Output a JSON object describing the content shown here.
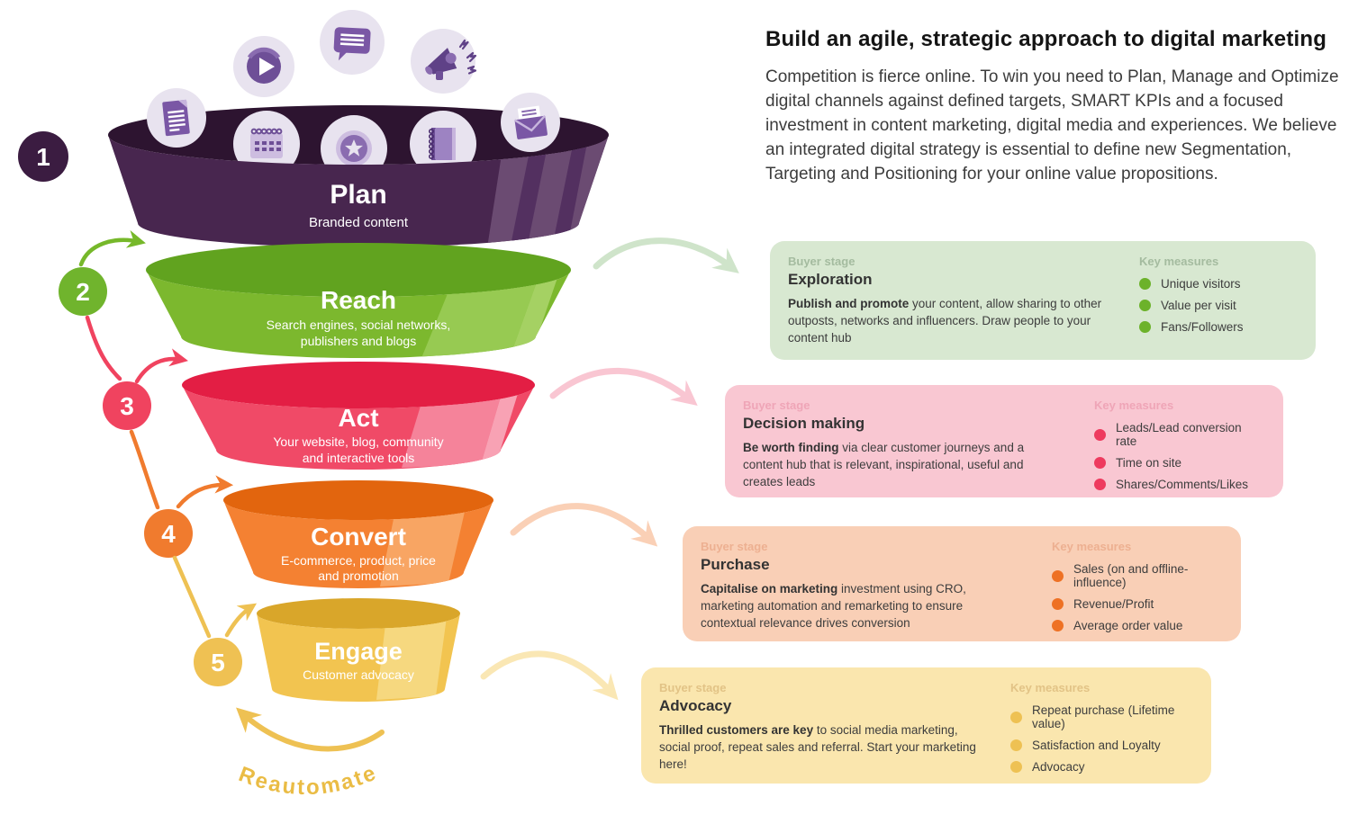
{
  "header": {
    "title": "Build an agile, strategic approach to digital marketing",
    "paragraph": "Competition is fierce online. To win you need to Plan, Manage and Optimize digital channels against defined targets, SMART KPIs and a focused investment in content marketing, digital media and experiences. We believe an integrated digital strategy is essential to define new Segmentation, Targeting and Positioning for your online value propositions."
  },
  "funnel": {
    "stages": [
      {
        "num": "1",
        "label": "Plan",
        "sub1": "Branded content",
        "sub2": "",
        "color": "#48264f"
      },
      {
        "num": "2",
        "label": "Reach",
        "sub1": "Search engines, social networks,",
        "sub2": "publishers and blogs",
        "color": "#7cb82e"
      },
      {
        "num": "3",
        "label": "Act",
        "sub1": "Your website, blog, community",
        "sub2": "and interactive tools",
        "color": "#f04a67"
      },
      {
        "num": "4",
        "label": "Convert",
        "sub1": "E-commerce, product, price",
        "sub2": "and promotion",
        "color": "#f48132"
      },
      {
        "num": "5",
        "label": "Engage",
        "sub1": "Customer advocacy",
        "sub2": "",
        "color": "#f2c450"
      }
    ],
    "reautomate_label": "Reautomate",
    "icons": [
      "document-icon",
      "play-icon",
      "chat-bubble-icon",
      "megaphone-icon",
      "calendar-icon",
      "star-badge-icon",
      "notebook-icon",
      "envelope-icon"
    ]
  },
  "cards": [
    {
      "buyer_stage_label": "Buyer stage",
      "stage": "Exploration",
      "lead": "Publish and promote",
      "body_rest": " your content, allow sharing to other outposts, networks and influencers. Draw people to your content hub",
      "key_measures_label": "Key measures",
      "measures": [
        "Unique visitors",
        "Value per visit",
        "Fans/Followers"
      ],
      "colors": {
        "bg": "#d8e8d1",
        "dot": "#6cb22a",
        "label": "#a4bb9f"
      }
    },
    {
      "buyer_stage_label": "Buyer stage",
      "stage": "Decision making",
      "lead": "Be worth finding",
      "body_rest": " via clear customer journeys and a content hub that is relevant, inspirational, useful and creates leads",
      "key_measures_label": "Key measures",
      "measures": [
        "Leads/Lead conversion rate",
        "Time on site",
        "Shares/Comments/Likes"
      ],
      "colors": {
        "bg": "#f9c7d2",
        "dot": "#ee3a5e",
        "label": "#efa5b7"
      }
    },
    {
      "buyer_stage_label": "Buyer stage",
      "stage": "Purchase",
      "lead": "Capitalise on marketing",
      "body_rest": " investment using CRO, marketing automation and remarketing to ensure contextual relevance drives conversion",
      "key_measures_label": "Key measures",
      "measures": [
        "Sales (on and offline-influence)",
        "Revenue/Profit",
        "Average order value"
      ],
      "colors": {
        "bg": "#f9cfb6",
        "dot": "#ee7124",
        "label": "#edb091"
      }
    },
    {
      "buyer_stage_label": "Buyer stage",
      "stage": "Advocacy",
      "lead": "Thrilled customers are key",
      "body_rest": " to social media marketing, social proof, repeat sales and referral. Start your marketing here!",
      "key_measures_label": "Key measures",
      "measures": [
        "Repeat purchase (Lifetime value)",
        "Satisfaction and Loyalty",
        "Advocacy"
      ],
      "colors": {
        "bg": "#fae6ae",
        "dot": "#eec153",
        "label": "#e2c386"
      }
    }
  ],
  "palette": {
    "plan_dark": "#2d1430",
    "plan_body": "#48264f",
    "reach_rim": "#61a31f",
    "reach_body": "#7cb82e",
    "act_rim": "#e31e44",
    "act_body": "#f04a67",
    "convert_rim": "#e2650e",
    "convert_body": "#f48132",
    "engage_rim": "#d9a62a",
    "engage_body": "#f2c450",
    "arrow_faded_green": "#cfe4ca",
    "arrow_faded_pink": "#f9c6d2",
    "arrow_faded_orange": "#fad0b6",
    "arrow_faded_yellow": "#fae7b4",
    "reautomate_gold": "#eabc45",
    "icon_circle": "#e8e3ef",
    "icon_purple": "#5f4187"
  }
}
